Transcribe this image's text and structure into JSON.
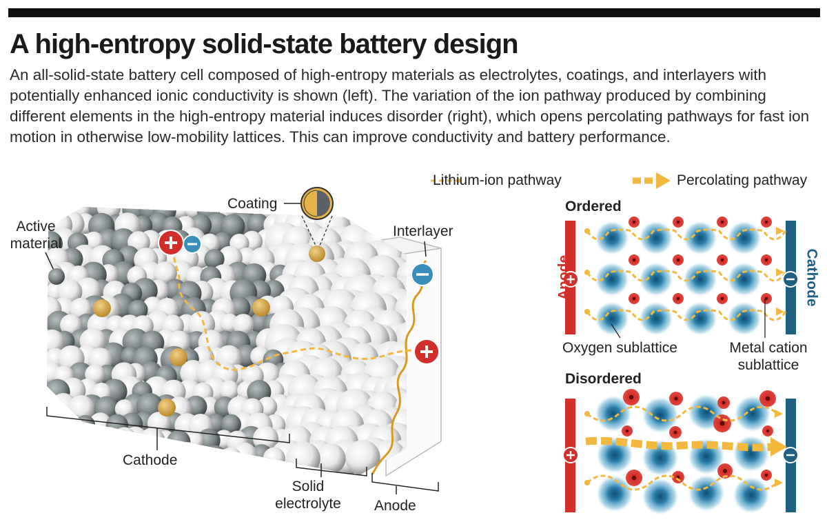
{
  "header": {
    "title": "A high-entropy solid-state battery design",
    "subtitle": "An all-solid-state battery cell composed of high-entropy materials as electrolytes, coatings, and interlayers with potentially enhanced ionic conductivity is shown (left). The variation of the ion pathway produced by combining different elements in the high-entropy material induces disorder (right), which opens percolating pathways for fast ion motion in otherwise low-mobility lattices. This can improve conductivity and battery performance."
  },
  "legend": {
    "lithium_pathway": "Lithium-ion pathway",
    "percolating_pathway": "Percolating pathway"
  },
  "left_diagram": {
    "active_material_1": "Active",
    "active_material_2": "material",
    "coating": "Coating",
    "interlayer": "Interlayer",
    "cathode": "Cathode",
    "solid_1": "Solid",
    "solid_2": "electrolyte",
    "anode": "Anode"
  },
  "right_diagram": {
    "ordered": "Ordered",
    "disordered": "Disordered",
    "anode": "Anode",
    "cathode": "Cathode",
    "oxygen_sublattice": "Oxygen sublattice",
    "metal_1": "Metal cation",
    "metal_2": "sublattice"
  },
  "colors": {
    "anode_red": "#d32f2a",
    "cathode_blue": "#1f5f82",
    "pathway_gold": "#f2b840",
    "oxygen_blue": "#2e7fa8"
  }
}
